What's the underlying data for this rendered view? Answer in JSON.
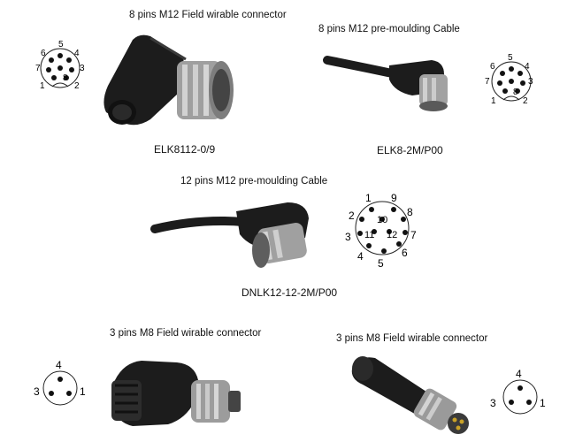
{
  "products": [
    {
      "caption": "8 pins M12 Field wirable connector",
      "model": "ELK8112-0/9",
      "pinout": {
        "type": "m12-8",
        "labels": [
          "1",
          "2",
          "3",
          "4",
          "5",
          "6",
          "7",
          "8"
        ]
      }
    },
    {
      "caption": "8 pins M12 pre-moulding Cable",
      "model": "ELK8-2M/P00",
      "pinout": {
        "type": "m12-8",
        "labels": [
          "1",
          "2",
          "3",
          "4",
          "5",
          "6",
          "7",
          "8"
        ]
      }
    },
    {
      "caption": "12 pins M12 pre-moulding Cable",
      "model": "DNLK12-12-2M/P00",
      "pinout": {
        "type": "m12-12",
        "labels": [
          "1",
          "2",
          "3",
          "4",
          "5",
          "6",
          "7",
          "8",
          "9",
          "10",
          "11",
          "12"
        ]
      }
    },
    {
      "caption": "3 pins M8 Field wirable connector",
      "model": "",
      "pinout": {
        "type": "m8-3",
        "labels": [
          "1",
          "3",
          "4"
        ]
      }
    },
    {
      "caption": "3 pins M8 Field wirable connector",
      "model": "",
      "pinout": {
        "type": "m8-3",
        "labels": [
          "1",
          "3",
          "4"
        ]
      }
    }
  ],
  "colors": {
    "body": "#1c1c1c",
    "metal": "#a9a9a9",
    "text": "#111111"
  }
}
